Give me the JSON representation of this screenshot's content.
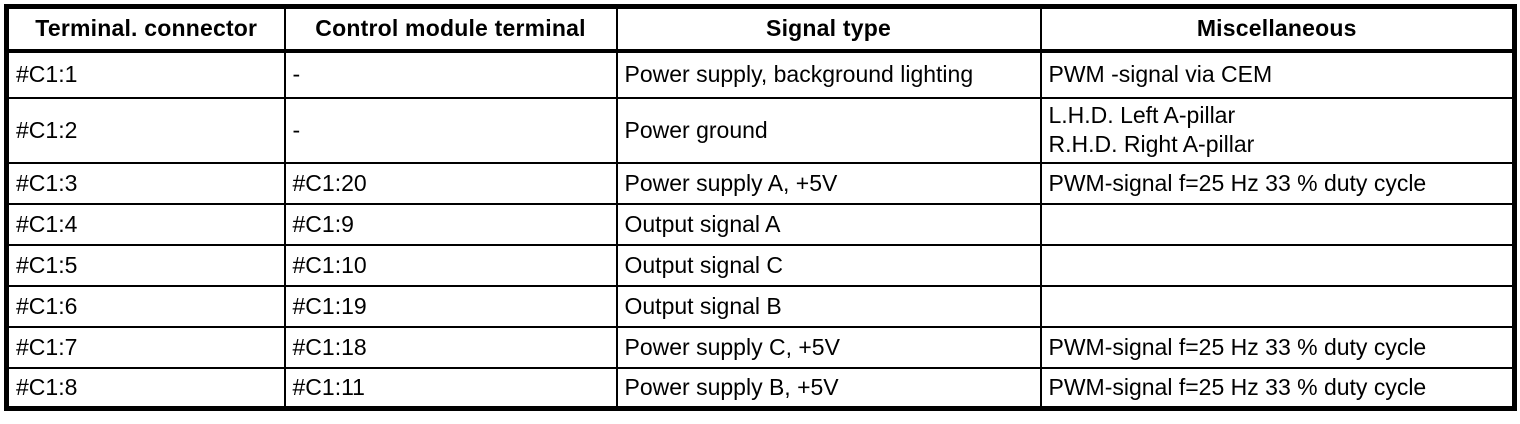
{
  "colors": {
    "border": "#000000",
    "background": "#ffffff",
    "text": "#000000"
  },
  "table": {
    "columns": [
      "Terminal. connector",
      "Control module terminal",
      "Signal type",
      "Miscellaneous"
    ],
    "rows": [
      {
        "terminal_connector": "#C1:1",
        "control_module_terminal": "-",
        "signal_type": "Power supply, background lighting",
        "miscellaneous": [
          "PWM -signal via CEM"
        ]
      },
      {
        "terminal_connector": "#C1:2",
        "control_module_terminal": "-",
        "signal_type": "Power ground",
        "miscellaneous": [
          "L.H.D. Left A-pillar",
          "R.H.D. Right A-pillar"
        ]
      },
      {
        "terminal_connector": "#C1:3",
        "control_module_terminal": "#C1:20",
        "signal_type": "Power supply A, +5V",
        "miscellaneous": [
          "PWM-signal f=25 Hz 33 % duty cycle"
        ]
      },
      {
        "terminal_connector": "#C1:4",
        "control_module_terminal": "#C1:9",
        "signal_type": "Output signal A",
        "miscellaneous": []
      },
      {
        "terminal_connector": "#C1:5",
        "control_module_terminal": "#C1:10",
        "signal_type": "Output signal C",
        "miscellaneous": []
      },
      {
        "terminal_connector": "#C1:6",
        "control_module_terminal": "#C1:19",
        "signal_type": "Output signal B",
        "miscellaneous": []
      },
      {
        "terminal_connector": "#C1:7",
        "control_module_terminal": "#C1:18",
        "signal_type": "Power supply C, +5V",
        "miscellaneous": [
          "PWM-signal f=25 Hz 33 % duty cycle"
        ]
      },
      {
        "terminal_connector": "#C1:8",
        "control_module_terminal": "#C1:11",
        "signal_type": "Power supply B, +5V",
        "miscellaneous": [
          "PWM-signal f=25 Hz 33 % duty cycle"
        ]
      }
    ]
  }
}
